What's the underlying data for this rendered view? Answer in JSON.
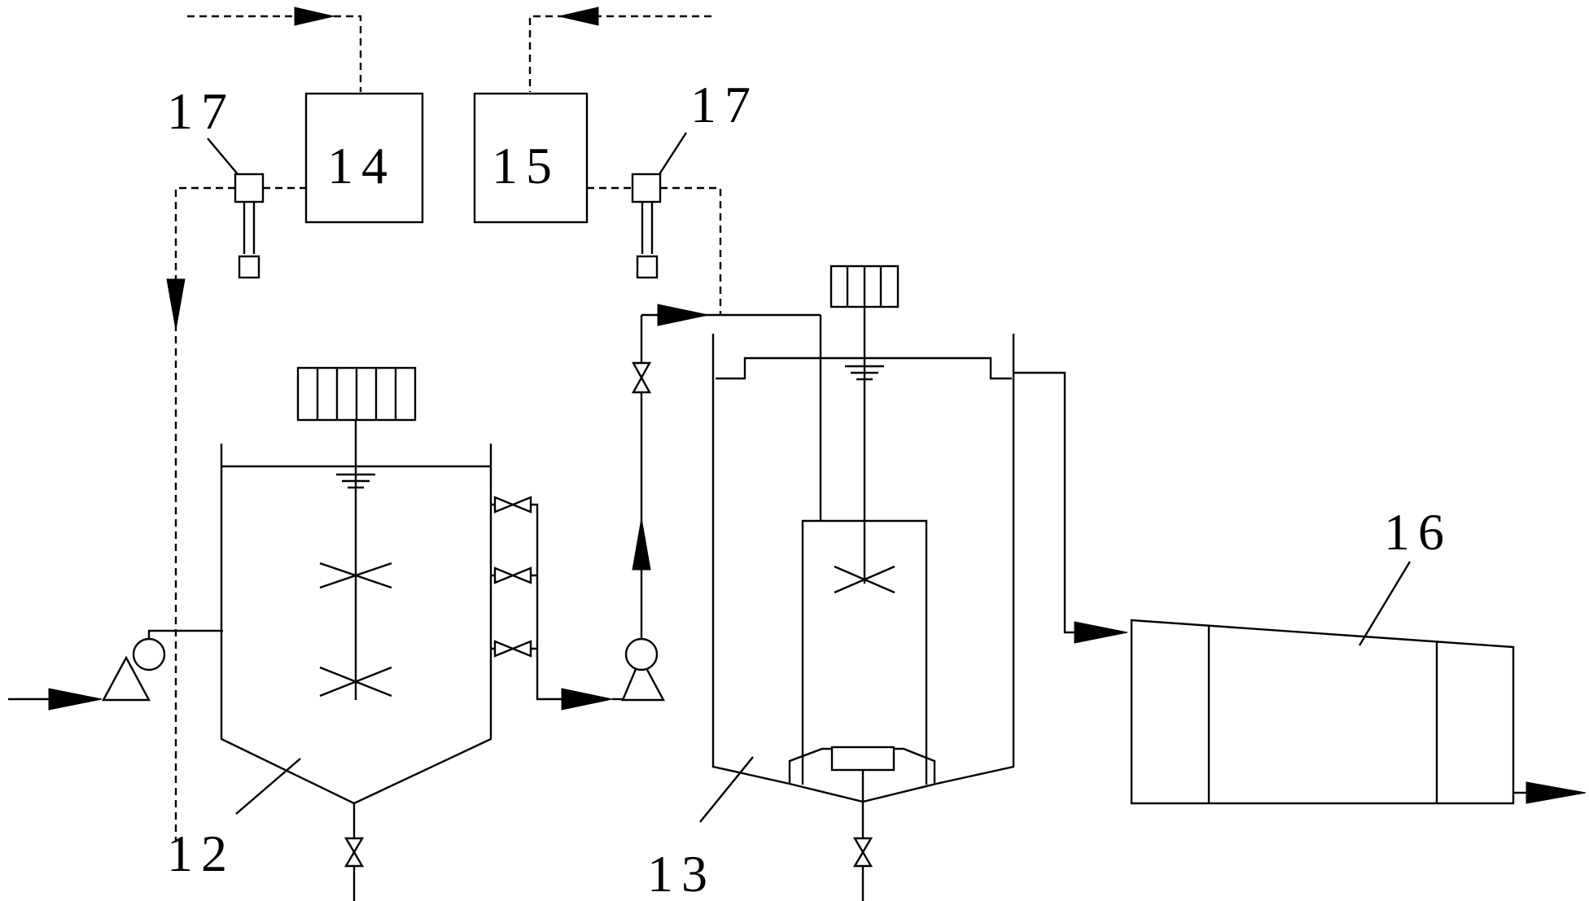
{
  "labels": {
    "controller_left": "14",
    "controller_right": "15",
    "probe_left": "17",
    "probe_right": "17",
    "tank_mixing": "12",
    "tank_settling": "13",
    "dewatering_unit": "16"
  }
}
